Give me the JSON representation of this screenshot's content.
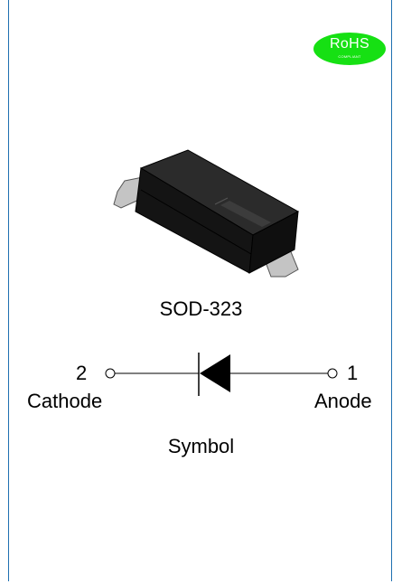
{
  "badge": {
    "main": "RoHS",
    "sub": "COMPLIANT",
    "color": "#16e013"
  },
  "package": {
    "name": "SOD-323",
    "body_color": "#1b1b1b",
    "lead_color": "#b9b9b9"
  },
  "pins": [
    {
      "number": "2",
      "name": "Cathode"
    },
    {
      "number": "1",
      "name": "Anode"
    }
  ],
  "symbol": {
    "caption": "Symbol"
  },
  "frame_color": "#1f6fb0"
}
